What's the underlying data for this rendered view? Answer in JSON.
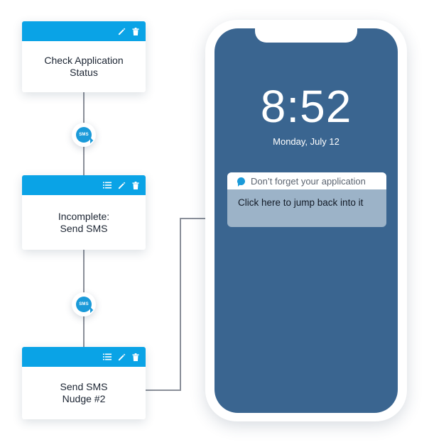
{
  "nodes": [
    {
      "id": "check-status",
      "lines": [
        "Check Application",
        "Status"
      ],
      "actions": [
        "edit-icon",
        "trash-icon"
      ]
    },
    {
      "id": "incomplete-sms",
      "lines": [
        "Incomplete:",
        "Send SMS"
      ],
      "actions": [
        "list-icon",
        "edit-icon",
        "trash-icon"
      ]
    },
    {
      "id": "send-nudge",
      "lines": [
        "Send SMS",
        "Nudge #2"
      ],
      "actions": [
        "list-icon",
        "edit-icon",
        "trash-icon"
      ]
    }
  ],
  "connectors": [
    {
      "badge": "SMS",
      "icon": "sms-bubble-icon"
    },
    {
      "badge": "SMS",
      "icon": "sms-bubble-icon"
    }
  ],
  "phone": {
    "time": "8:52",
    "date": "Monday, July 12",
    "notification": {
      "title": "Don’t forget your application",
      "body": "Click here to jump back into it",
      "icon": "chat-bubble-icon"
    }
  },
  "colors": {
    "card_header": "#0aa3e6",
    "phone_screen": "#3a6590",
    "accent": "#1a9ad9",
    "connector": "#8a8f99"
  }
}
